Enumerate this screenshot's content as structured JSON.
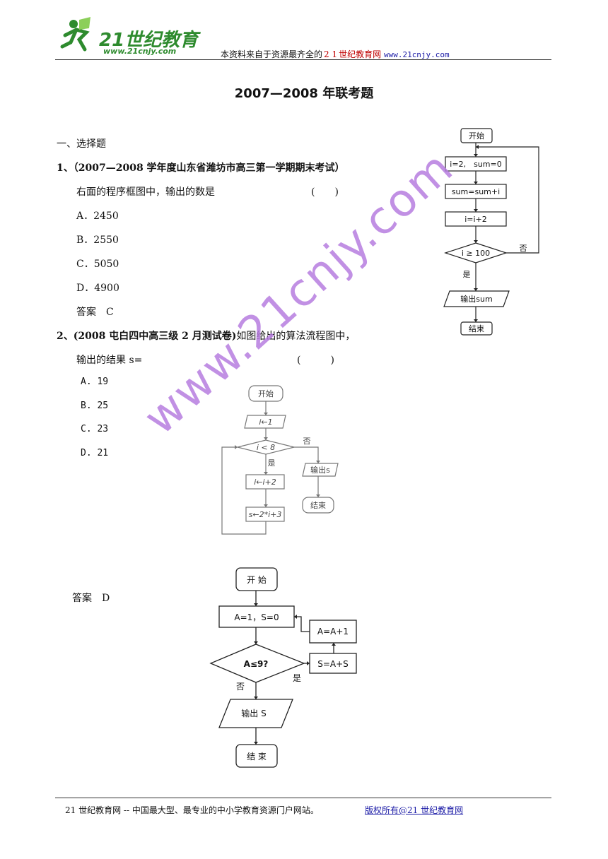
{
  "header": {
    "logo_text": "21世纪教育",
    "logo_url": "www.21cnjy.com",
    "slogan_prefix": "本资料来自于资源最齐全的",
    "slogan_num": "2 1",
    "slogan_brand": "世纪教育网",
    "slogan_url": "www.21cnjy.com"
  },
  "title": "2007—2008 年联考题",
  "section": "一、选择题",
  "q1": {
    "number": "1、",
    "source": "（2007—2008 学年度山东省潍坊市高三第一学期期末考试）",
    "stem": "右面的程序框图中，输出的数是",
    "paren": "(　　)",
    "options": [
      "A．2450",
      "B．2550",
      "C．5050",
      "D．4900"
    ],
    "answer": "答案　C"
  },
  "q2": {
    "number": "2、",
    "source": "(2008 屯白四中高三级 2 月测试卷)",
    "stem_tail": "如图给出的算法流程图中，",
    "stem2": "输出的结果 s=",
    "paren": "(　　　)",
    "options": [
      "A. 19",
      "B. 25",
      "C. 23",
      "D. 21"
    ],
    "answer": "答案　D"
  },
  "flow1": {
    "start": "开始",
    "init": "i=2,　sum=0",
    "step1": "sum=sum+i",
    "step2": "i=i+2",
    "cond": "i ≥ 100",
    "no": "否",
    "yes": "是",
    "output": "输出sum",
    "end": "结束"
  },
  "flow2": {
    "start": "开始",
    "init": "i←1",
    "cond": "i < 8",
    "no": "否",
    "yes": "是",
    "step1": "i←i+2",
    "step2": "s←2*i+3",
    "output": "输出s",
    "end": "结束"
  },
  "flow3": {
    "start": "开 始",
    "init": "A=1，S=0",
    "cond": "A≤9?",
    "yes": "是",
    "no": "否",
    "step_s": "S=A+S",
    "step_a": "A=A+1",
    "output": "输出 S",
    "end": "结 束"
  },
  "watermark": "www.21cnjy.com",
  "footer": {
    "left": "21 世纪教育网 -- 中国最大型、最专业的中小学教育资源门户网站。",
    "right": "版权所有@21 世纪教育网"
  }
}
